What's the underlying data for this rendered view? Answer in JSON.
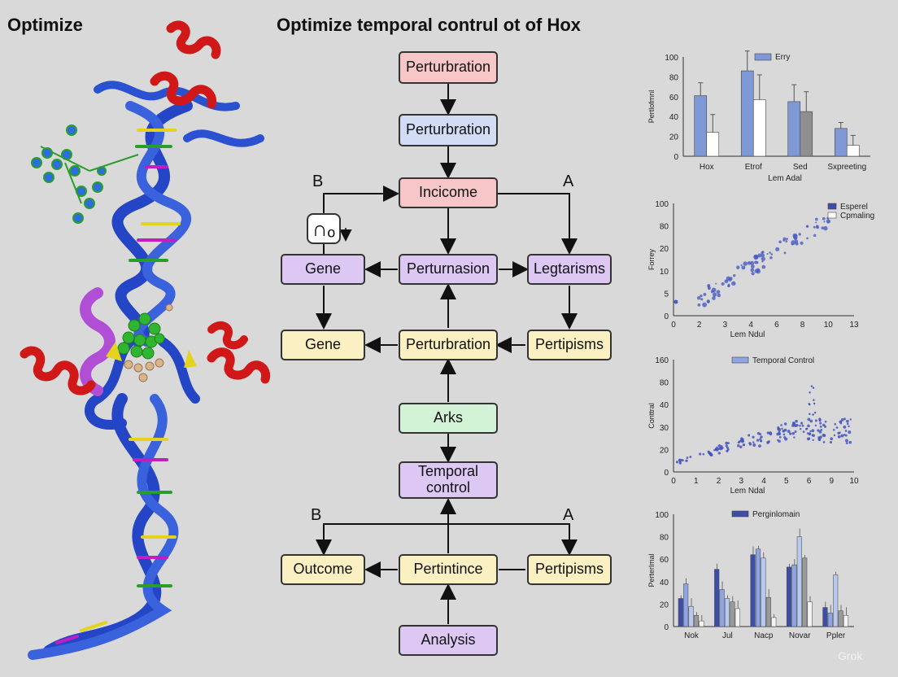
{
  "header": {
    "left_title": "Optimize",
    "center_title": "Optimize temporal contrul ot of Hox"
  },
  "flow": {
    "boxes": {
      "top1": "Perturbration",
      "top2": "Perturbration",
      "incicome": "Incicome",
      "gene_left": "Gene",
      "perturnasion": "Perturnasion",
      "legtarisms": "Legtarisms",
      "gene_left2": "Gene",
      "perturbration_mid": "Perturbration",
      "pertipisms_right": "Pertipisms",
      "arks": "Arks",
      "temporal_control": "Temporal control",
      "outcome": "Outcome",
      "pertintince": "Pertintince",
      "pertipisms_right2": "Pertipisms",
      "analysis": "Analysis"
    },
    "letters": {
      "b1": "B",
      "a1": "A",
      "b2": "B",
      "a2": "A"
    },
    "small_icon_text": "∩ₒ",
    "colors": {
      "red": "#f7c6c6",
      "blue": "#d3dcf5",
      "purple": "#dcc8f3",
      "yellow": "#fbf0c2",
      "green": "#d3f3d6"
    }
  },
  "chart_data": [
    {
      "type": "bar",
      "legend": [
        "Erry"
      ],
      "categories": [
        "Hox",
        "Etrof",
        "Sed",
        "Sxpreeting"
      ],
      "series": [
        {
          "values": [
            61,
            86,
            55,
            28
          ],
          "errors": [
            13,
            20,
            17,
            6
          ],
          "color": "#7f99d6"
        },
        {
          "values": [
            24,
            57,
            45,
            11
          ],
          "errors": [
            18,
            25,
            20,
            10
          ],
          "color": "#ffffff"
        }
      ],
      "gray_bar_index": {
        "category": 2,
        "series": 1
      },
      "ylim": [
        0,
        100
      ],
      "yticks": [
        "0",
        "20",
        "40",
        "60",
        "80",
        "100"
      ],
      "xlabel": "Lem Adal",
      "ylabel": "Pertlofmnl"
    },
    {
      "type": "scatter",
      "legend": [
        "Esperel",
        "Cpmaling"
      ],
      "yticks": [
        "0",
        "5",
        "10",
        "20",
        "80",
        "100"
      ],
      "xticks": [
        "0",
        "2",
        "3",
        "4",
        "6",
        "8",
        "10",
        "13"
      ],
      "xlabel": "Lem Ndul",
      "ylabel": "Forrey"
    },
    {
      "type": "scatter",
      "legend": [
        "Temporal Control"
      ],
      "yticks": [
        "0",
        "20",
        "30",
        "40",
        "80",
        "160"
      ],
      "xticks": [
        "0",
        "1",
        "2",
        "3",
        "4",
        "5",
        "6",
        "9",
        "10"
      ],
      "xlabel": "Lem Ndal",
      "ylabel": "Conttral"
    },
    {
      "type": "bar",
      "legend": [
        "Perginlomain"
      ],
      "categories": [
        "Nok",
        "Jul",
        "Nacp",
        "Novar",
        "Ppler"
      ],
      "ylim": [
        0,
        100
      ],
      "yticks": [
        "0",
        "20",
        "40",
        "60",
        "80",
        "100"
      ],
      "ylabel": "Perterlmal",
      "series": [
        {
          "values": [
            25,
            51,
            64,
            53,
            17
          ],
          "color": "#3e4ea6"
        },
        {
          "values": [
            38,
            33,
            69,
            55,
            12
          ],
          "color": "#8fa5e3"
        },
        {
          "values": [
            18,
            25,
            61,
            80,
            46
          ],
          "color": "#b8c8ee"
        },
        {
          "values": [
            10,
            22,
            26,
            61,
            14
          ],
          "color": "#9a9a9a"
        },
        {
          "values": [
            5,
            16,
            8,
            22,
            10
          ],
          "color": "#f4f4f4"
        }
      ]
    }
  ],
  "watermark": "Grok"
}
